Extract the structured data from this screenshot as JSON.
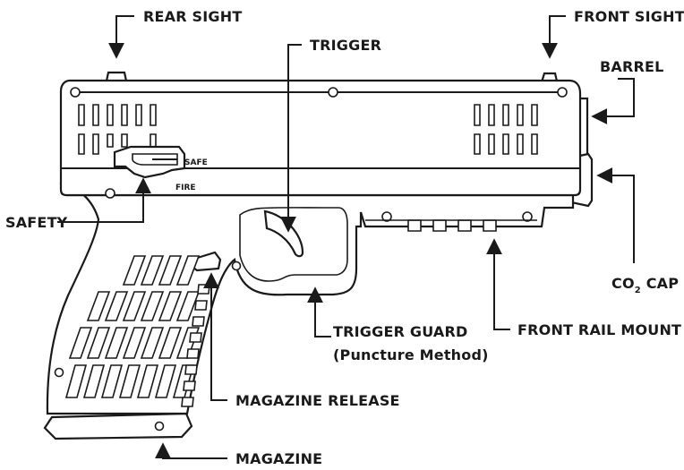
{
  "labels": {
    "rear_sight": "REAR SIGHT",
    "front_sight": "FRONT SIGHT",
    "trigger": "TRIGGER",
    "barrel": "BARREL",
    "safety": "SAFETY",
    "safe": "SAFE",
    "fire": "FIRE",
    "co2_prefix": "CO",
    "co2_sub": "2",
    "co2_suffix": " CAP",
    "trigger_guard": "TRIGGER GUARD",
    "puncture_method": "(Puncture Method)",
    "front_rail_mount": "FRONT RAIL MOUNT",
    "magazine_release": "MAGAZINE RELEASE",
    "magazine": "MAGAZINE"
  }
}
